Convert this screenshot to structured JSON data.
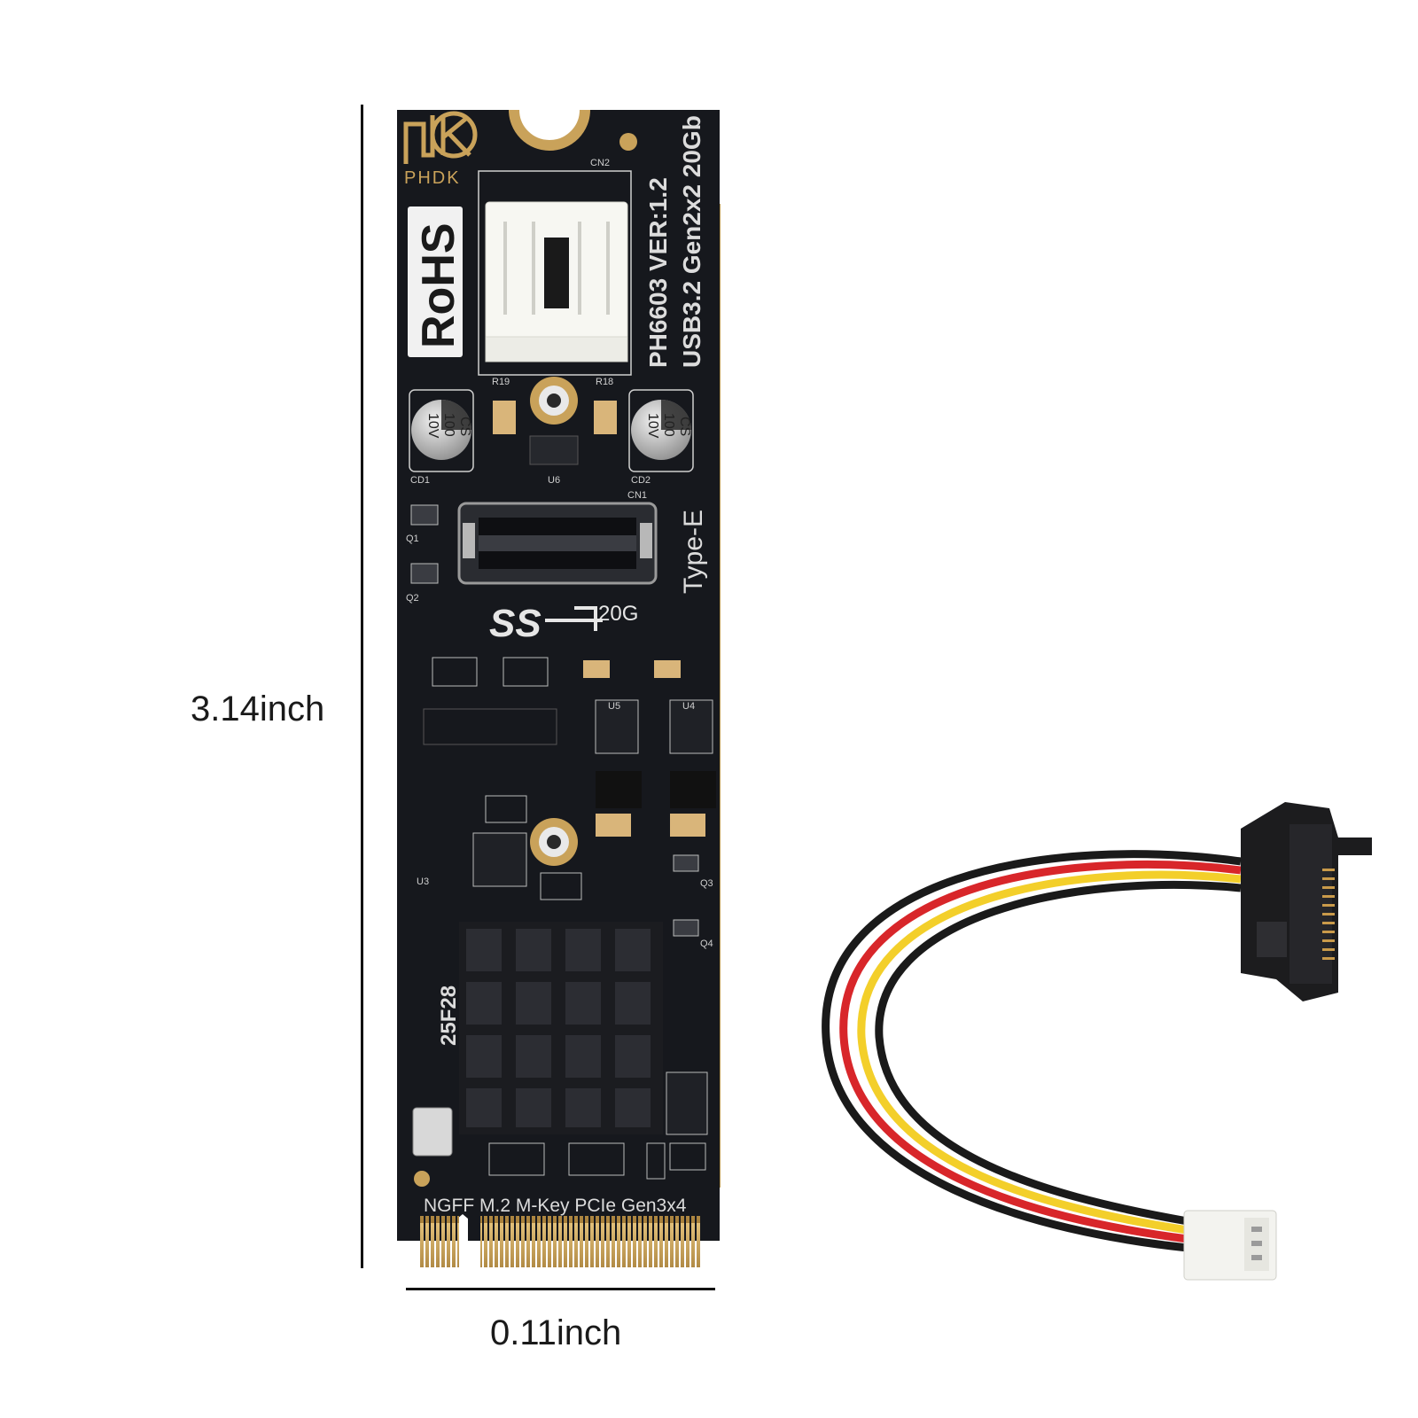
{
  "dimensions": {
    "height_label": "3.14inch",
    "width_label": "0.11inch"
  },
  "pcb": {
    "brand": "PHDK",
    "rohs": "RoHS",
    "model_line": "PH6603  VER:1.2",
    "spec_line": "USB3.2 Gen2x2 20Gb",
    "connector_label": "Type-E",
    "speed_label": "20G",
    "bottom_label": "NGFF M.2 M-Key PCIe Gen3x4",
    "cap_marking": [
      "CS",
      "100",
      "10V"
    ],
    "chip_marking": "25F28",
    "silk_labels": {
      "cn2": "CN2",
      "cn1": "CN1",
      "cd1": "CD1",
      "cd2": "CD2",
      "u6": "U6",
      "r19": "R19",
      "r18": "R18",
      "q1": "Q1",
      "q2": "Q2",
      "u5": "U5",
      "u4": "U4",
      "u3": "U3",
      "q3": "Q3",
      "q4": "Q4"
    }
  },
  "colors": {
    "pcb": "#16181d",
    "gold": "#c9a25a",
    "heatsink": "#1b1c20",
    "wire_red": "#d8262a",
    "wire_yellow": "#f3cf2a",
    "wire_black": "#1a1a1a"
  }
}
